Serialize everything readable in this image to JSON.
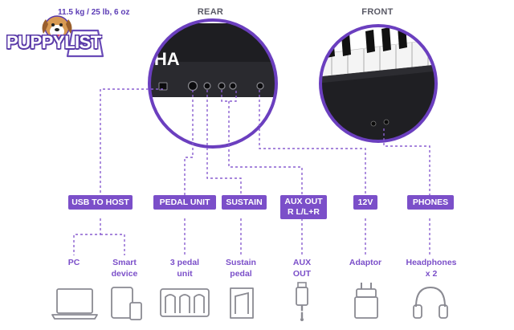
{
  "weight_text": "11.5 kg / 25 lb, 6 oz",
  "watermark": "PUPPYLIST",
  "headings": {
    "rear": "REAR",
    "front": "FRONT"
  },
  "rear_panel_logo": "AHA",
  "connectors": [
    {
      "label": "USB TO HOST"
    },
    {
      "label": "PEDAL UNIT"
    },
    {
      "label": "SUSTAIN"
    },
    {
      "label": "AUX OUT\nR  L/L+R"
    },
    {
      "label": "12V"
    },
    {
      "label": "PHONES"
    }
  ],
  "devices": [
    {
      "label": "PC",
      "icon": "laptop-icon"
    },
    {
      "label": "Smart\ndevice",
      "icon": "smart-device-icon"
    },
    {
      "label": "3 pedal\nunit",
      "icon": "pedal-unit-icon"
    },
    {
      "label": "Sustain\npedal",
      "icon": "sustain-pedal-icon"
    },
    {
      "label": "AUX\nOUT",
      "icon": "audio-jack-icon"
    },
    {
      "label": "Adaptor",
      "icon": "power-adaptor-icon"
    },
    {
      "label": "Headphones\nx 2",
      "icon": "headphones-icon"
    }
  ],
  "colors": {
    "accent": "#7b4fc9",
    "wire": "#8a5fd0",
    "panel": "#1e1e22"
  }
}
